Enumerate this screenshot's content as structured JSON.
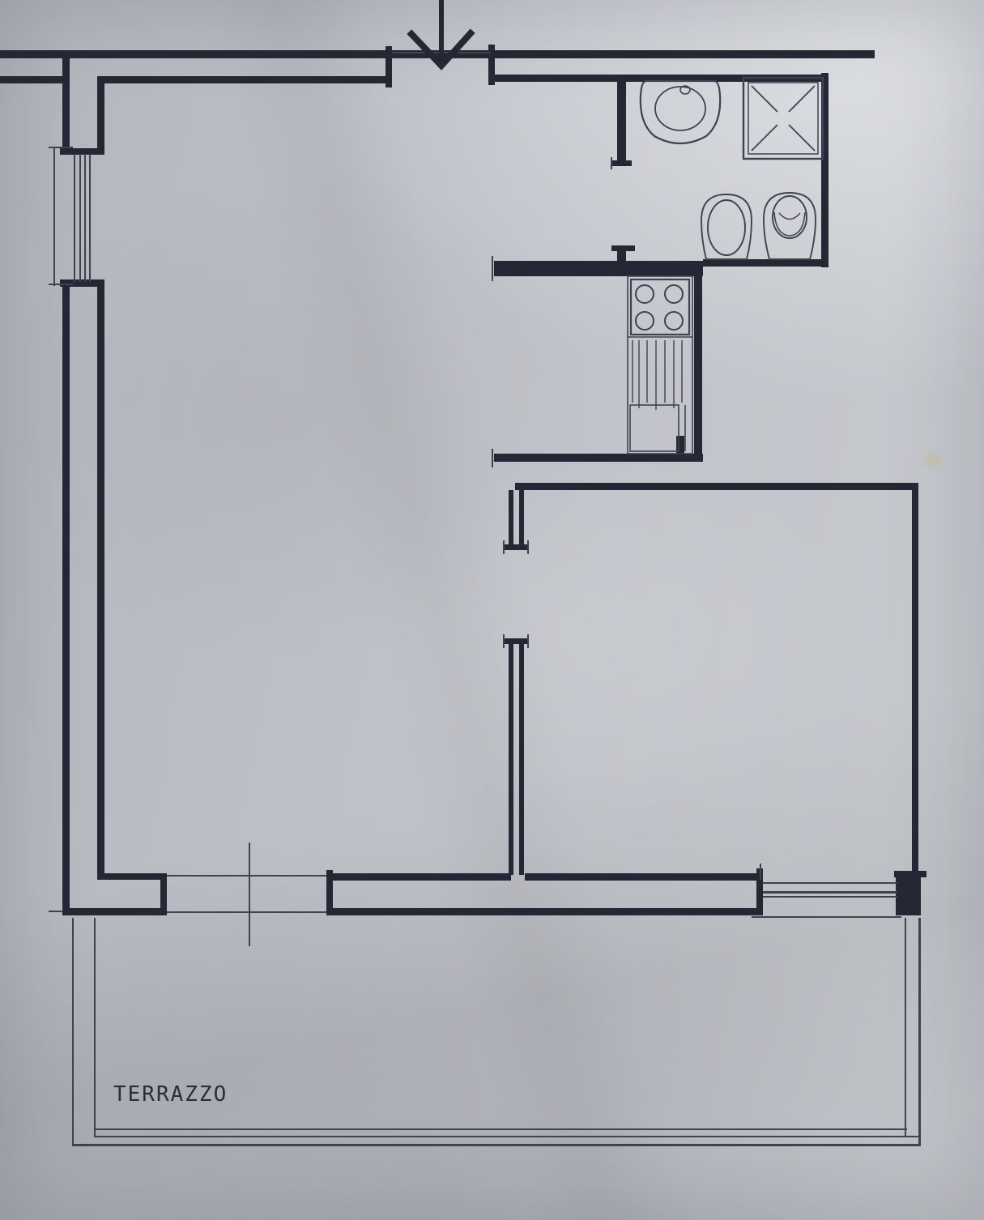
{
  "plan": {
    "terrace_label": "TERRAZZO",
    "entrance": "arrow-down",
    "fixtures": {
      "bathroom": [
        "wash-basin",
        "shower",
        "toilet",
        "bidet"
      ],
      "kitchen": [
        "cooktop-4-burners",
        "drainer",
        "sink"
      ]
    }
  },
  "colors": {
    "paper": "#bfc2c8",
    "ink": "#242734",
    "thin_ink": "#3f434f",
    "stain": "#c8b795"
  }
}
